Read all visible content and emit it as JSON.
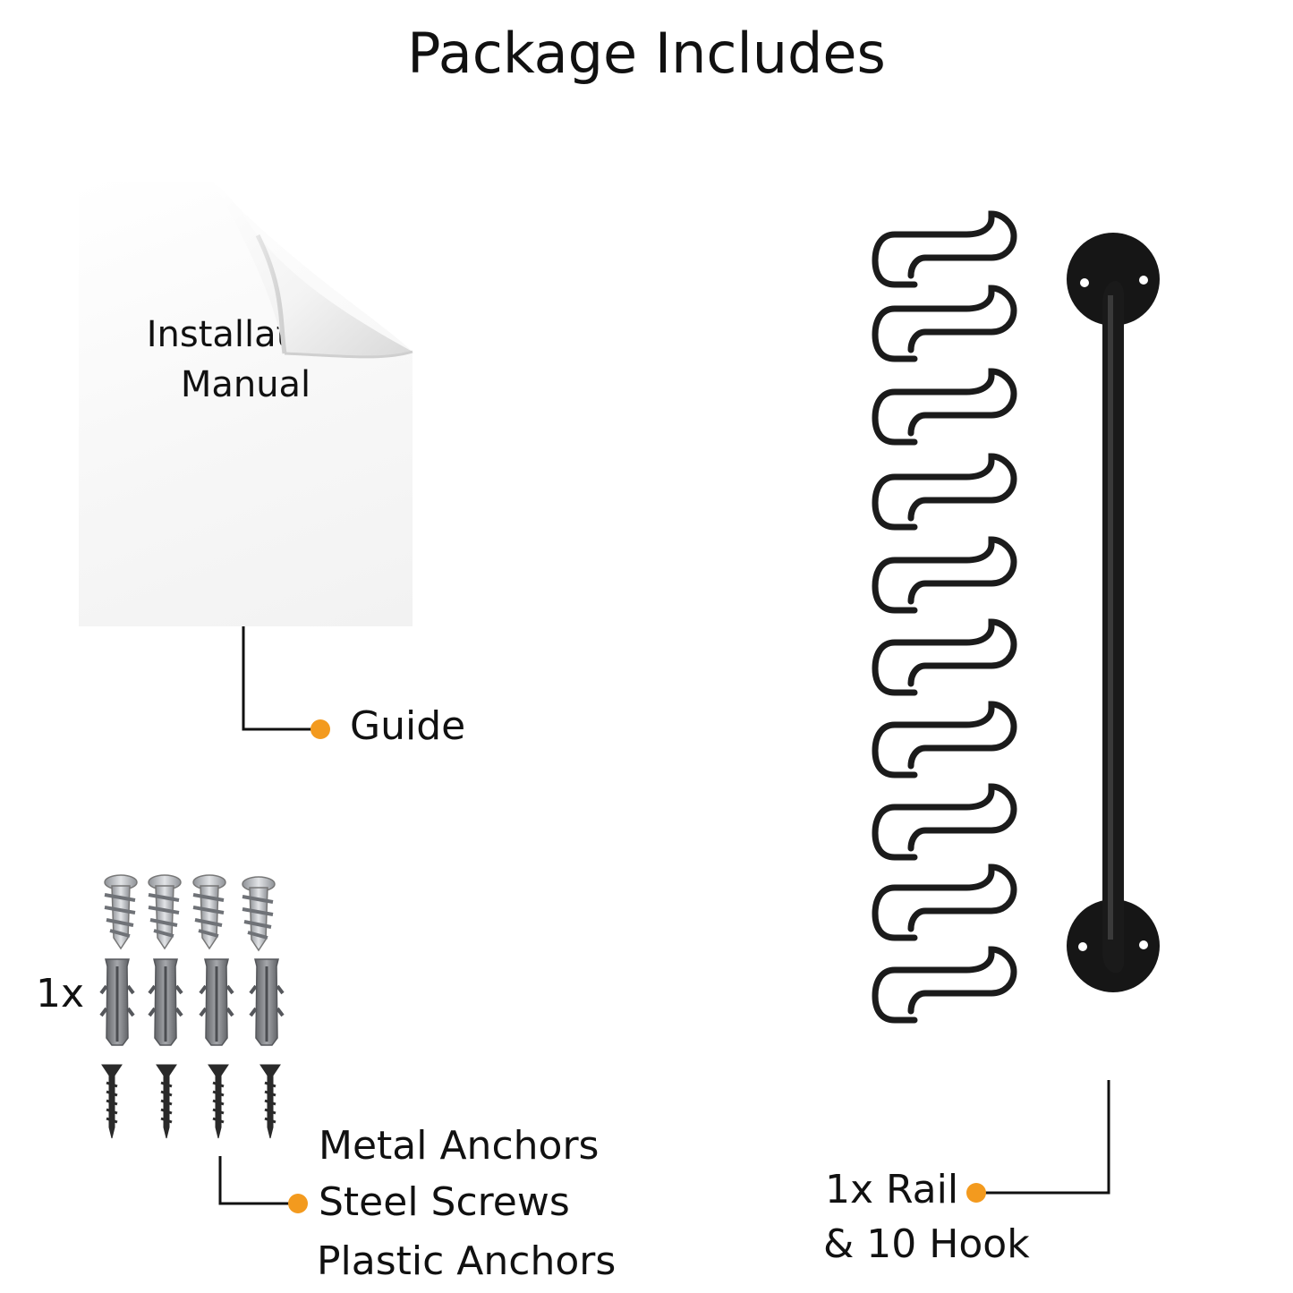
{
  "page": {
    "title": "Package Includes"
  },
  "manual": {
    "line1": "Installation",
    "line2": "Manual"
  },
  "labels": {
    "guide": "Guide",
    "hardware_count": "1x",
    "metal_anchors": "Metal Anchors",
    "steel_screws": "Steel Screws",
    "plastic_anchors": "Plastic Anchors",
    "rail": "1x Rail",
    "hooks": "& 10 Hook"
  },
  "colors": {
    "accent_dot": "#f39a1e",
    "ink": "#111111",
    "metal": "#b9bcc0",
    "plastic": "#7d7f83",
    "steel": "#2a2a2a"
  },
  "icons": {
    "manual": "page-curl-icon",
    "hardware": "anchor-screw-icon",
    "hook": "s-hook-icon",
    "rail": "rail-bar-icon"
  }
}
